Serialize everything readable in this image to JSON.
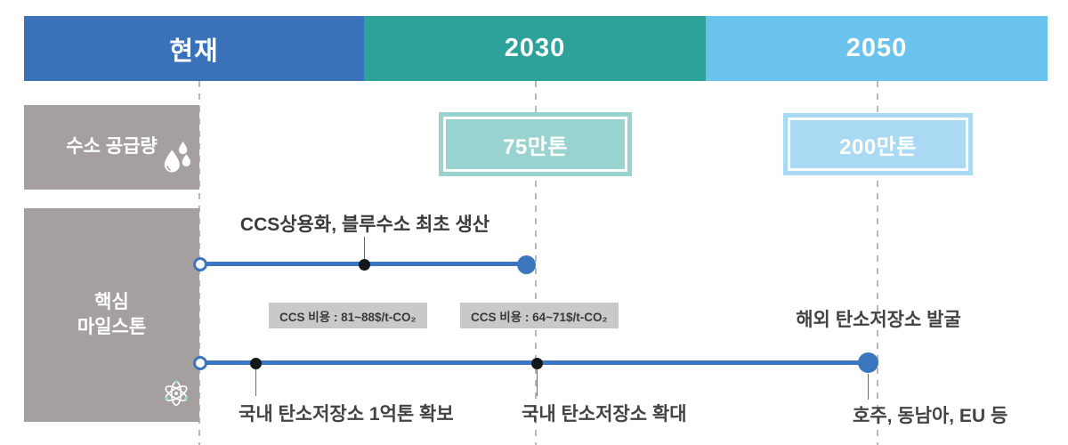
{
  "header": {
    "columns": [
      {
        "label": "현재",
        "color": "#3a72b9"
      },
      {
        "label": "2030",
        "color": "#2da29b"
      },
      {
        "label": "2050",
        "color": "#69c3ec"
      }
    ]
  },
  "rows": [
    {
      "label": "수소 공급량",
      "icon": "water-drops-icon",
      "box_color": "#a5a09f"
    },
    {
      "label_lines": [
        "핵심",
        "마일스톤"
      ],
      "icon": "atom-icon",
      "box_color": "#a5a09f"
    }
  ],
  "supply_row": {
    "badge_2030": {
      "label": "75만톤",
      "fill": "#99d3cf"
    },
    "badge_2050": {
      "label": "200만톤",
      "fill": "#aadaf3"
    }
  },
  "milestone_row": {
    "timeline1": {
      "title": "CCS상용화, 블루수소 최초 생산",
      "cost_badges": [
        "CCS 비용 : 81~88$/t-CO₂",
        "CCS 비용 : 64~71$/t-CO₂"
      ]
    },
    "timeline2": {
      "label_current": "국내 탄소저장소 1억톤 확보",
      "label_2030": "국내 탄소저장소 확대",
      "label_2050_top": "해외 탄소저장소 발굴",
      "label_2050_bottom": "호주, 동남아, EU 등"
    }
  },
  "colors": {
    "timeline_blue": "#3b76be",
    "dot_black": "#14171a",
    "row_box_gray": "#a5a09f",
    "cost_badge_gray": "#c9c9c9",
    "dashed_line": "#b9b9b9",
    "label_text": "#434343"
  }
}
